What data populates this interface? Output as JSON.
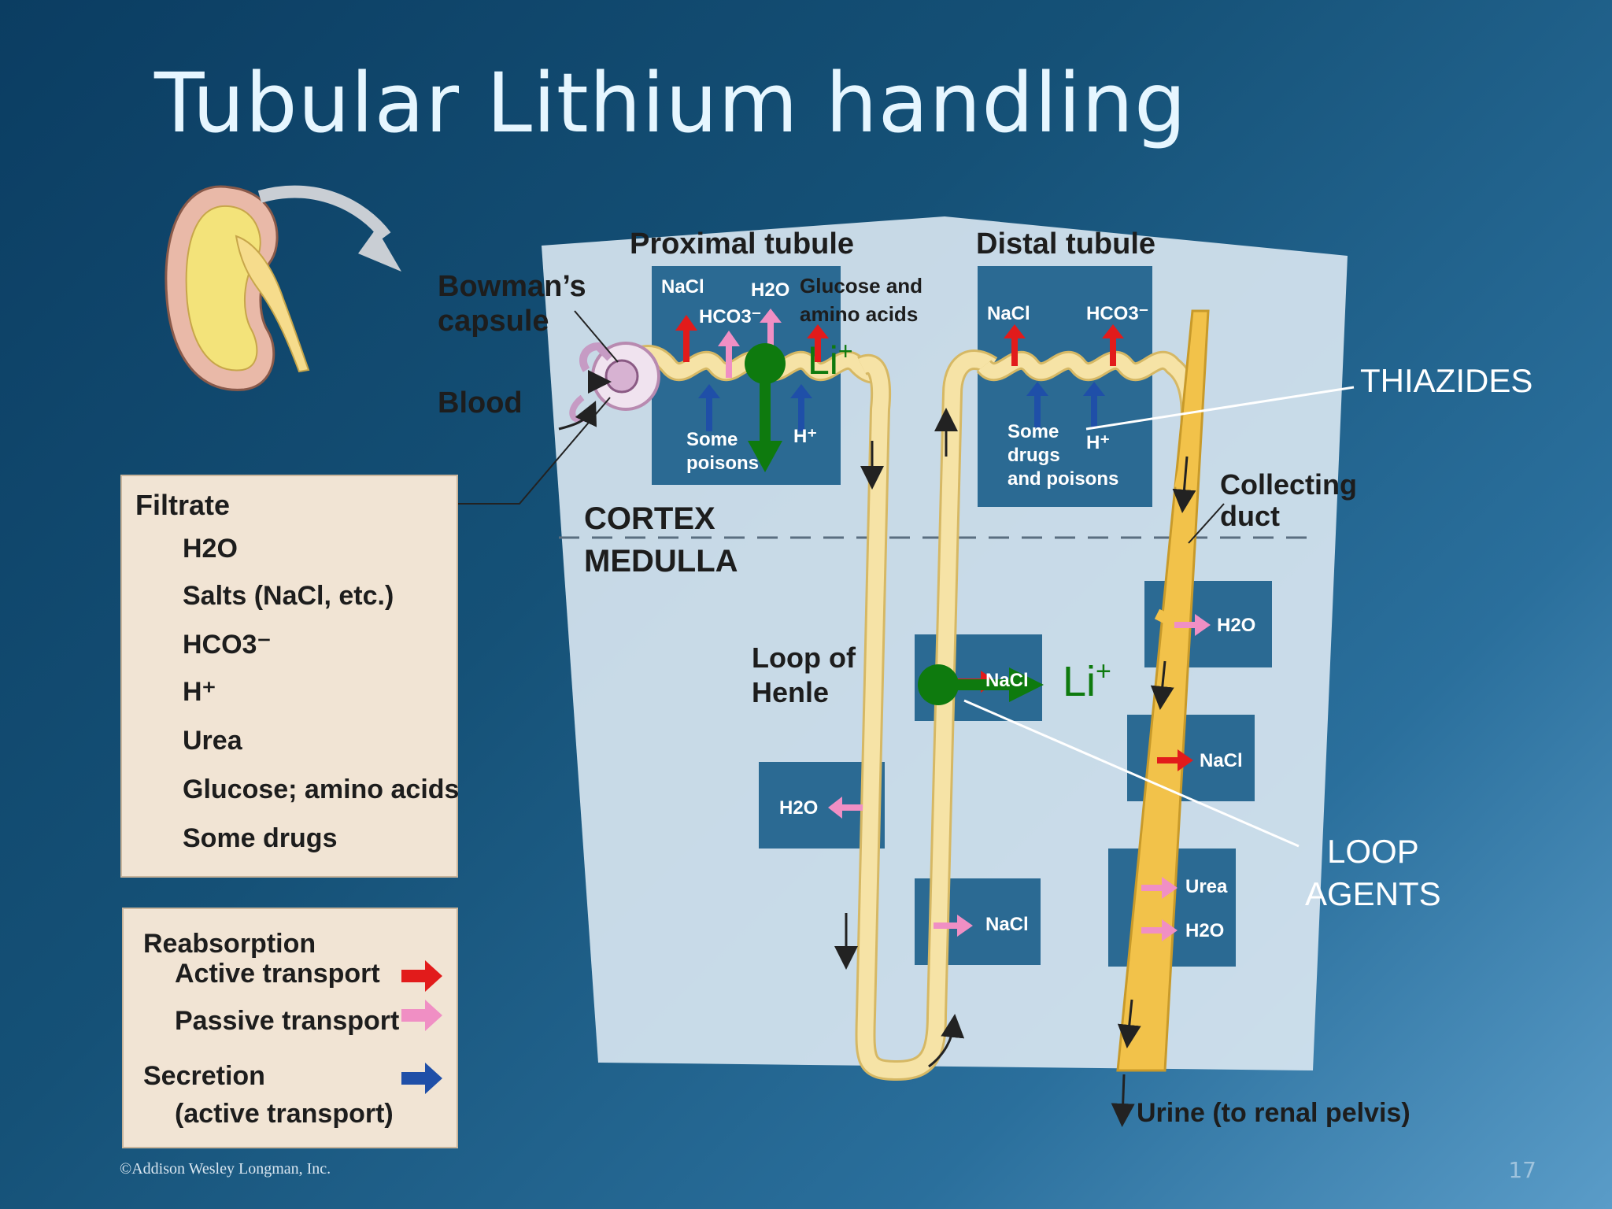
{
  "slide": {
    "title": "Tubular Lithium handling",
    "page_number": "17",
    "credit": "©Addison Wesley Longman, Inc."
  },
  "diagram": {
    "proximal_tubule": "Proximal tubule",
    "distal_tubule": "Distal tubule",
    "bowmans_capsule": [
      "Bowman’s",
      "capsule"
    ],
    "blood": "Blood",
    "cortex": "CORTEX",
    "medulla": "MEDULLA",
    "loop_of_henle": [
      "Loop of",
      "Henle"
    ],
    "collecting_duct": [
      "Collecting",
      "duct"
    ],
    "urine": "Urine (to renal pelvis)",
    "proximal": {
      "nacl": "NaCl",
      "h2o": "H2O",
      "hco3": "HCO3⁻",
      "glucose": [
        "Glucose and",
        "amino acids"
      ],
      "some_poisons": [
        "Some",
        "poisons"
      ],
      "h_plus": "H⁺"
    },
    "distal": {
      "nacl": "NaCl",
      "hco3": "HCO3⁻",
      "some_drugs": [
        "Some",
        "drugs",
        "and poisons"
      ],
      "h_plus": "H⁺"
    },
    "medulla_boxes": {
      "loop_h2o": "H2O",
      "loop_nacl_upper": "NaCl",
      "loop_nacl_lower": "NaCl",
      "duct_h2o_upper": "H2O",
      "duct_nacl": "NaCl",
      "duct_urea": "Urea",
      "duct_h2o_lower": "H2O"
    },
    "li_proximal": "Li",
    "li_loop": "Li",
    "li_sup": "+",
    "thiazides": "THIAZIDES",
    "loop_agents": [
      "LOOP",
      "AGENTS"
    ]
  },
  "filtrate": {
    "title": "Filtrate",
    "items": [
      "H2O",
      "Salts (NaCl, etc.)",
      "HCO3⁻",
      "H⁺",
      "Urea",
      "Glucose; amino acids",
      "Some drugs"
    ]
  },
  "legend": {
    "reabsorption": "Reabsorption",
    "active": "Active transport",
    "passive": "Passive transport",
    "secretion": "Secretion",
    "secretion_sub": "(active transport)"
  },
  "colors": {
    "active_transport": "#e21b1b",
    "passive_transport": "#f08fc4",
    "secretion": "#1f4fa8",
    "lithium": "#0e7a0e",
    "tubule": "#f6dc8c"
  }
}
